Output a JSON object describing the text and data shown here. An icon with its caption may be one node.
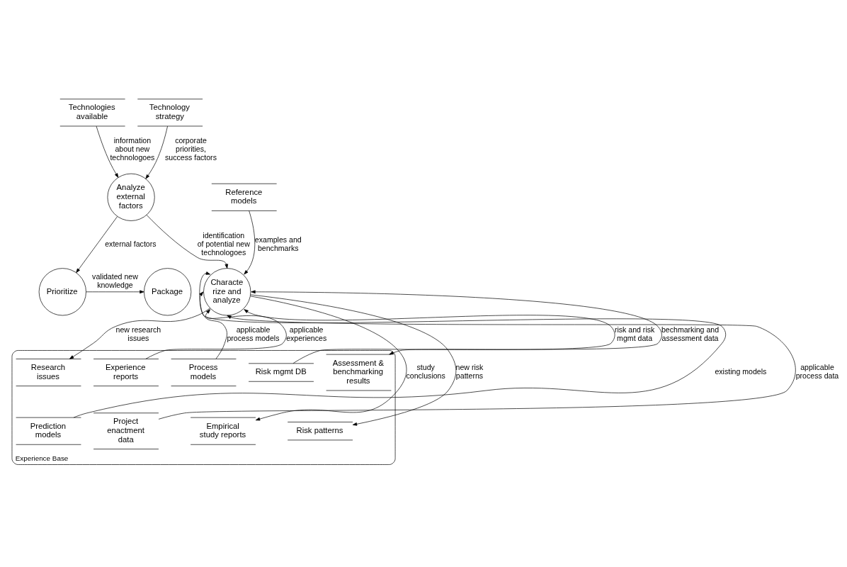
{
  "diagram": {
    "nodes": [
      {
        "text": [
          "Technologies available"
        ]
      },
      {
        "text": [
          "Analyze external factors"
        ]
      },
      {
        "text": [
          "Technology strategy"
        ]
      },
      {
        "text": [
          "Package"
        ]
      },
      {
        "text": [
          "Prioritize"
        ]
      },
      {
        "text": [
          "Reference models"
        ]
      },
      {
        "text": [
          "Characte rize and analyze"
        ]
      },
      {
        "text": [
          "Experience Base"
        ]
      },
      {
        "text": [
          "Process models"
        ],
        "in": 7
      },
      {
        "text": [
          "Research issues"
        ],
        "in": 7
      },
      {
        "text": [
          "Experience reports"
        ],
        "in": 7
      },
      {
        "text": [
          "Risk mgmt DB"
        ],
        "in": 7
      },
      {
        "text": [
          "Assessment & benchmarking results"
        ],
        "in": 7
      },
      {
        "text": [
          "Empirical study reports"
        ],
        "in": 7
      },
      {
        "text": [
          "Prediction models"
        ],
        "in": 7
      },
      {
        "text": [
          "Project enactment data"
        ],
        "in": 7
      },
      {
        "text": [
          "Risk patterns"
        ],
        "in": 7
      }
    ],
    "edges": [
      {
        "from": 0,
        "to": 1,
        "arrow": "to",
        "label": "information about new technologoes"
      },
      {
        "from": 2,
        "to": 1,
        "arrow": "to",
        "label": "corporate priorities, success factors"
      },
      {
        "from": 1,
        "to": 4,
        "arrow": "to",
        "label": "external factors"
      },
      {
        "from": 4,
        "to": 3,
        "arrow": "to",
        "label": "validated new knowledge"
      },
      {
        "from": 1,
        "to": 6,
        "arrow": "to",
        "label": "identification of potential new technologoes"
      },
      {
        "from": 5,
        "to": 6,
        "arrow": "to",
        "label": "examples and benchmarks"
      },
      {
        "from": 8,
        "to": 6,
        "arrow": "to",
        "label": "applicable process models"
      },
      {
        "from": 6,
        "to": 13,
        "arrow": "to",
        "label": "study conclusions"
      },
      {
        "from": 6,
        "to": 9,
        "arrow": "to",
        "label": "new research issues"
      },
      {
        "from": 14,
        "to": 6,
        "arrow": "to",
        "label": "existing models"
      },
      {
        "from": 10,
        "to": 6,
        "arrow": "to",
        "label": "applicable experiences"
      },
      {
        "from": 15,
        "to": 6,
        "arrow": "to",
        "label": "applicable process data"
      },
      {
        "from": 11,
        "to": 6,
        "arrow": "to",
        "label": "risk and risk mgmt data"
      },
      {
        "from": 6,
        "to": 16,
        "arrow": "to",
        "label": "new risk patterns"
      },
      {
        "from": 12,
        "to": 6,
        "arrow": "both",
        "label": "bechmarking and assessment data"
      }
    ]
  }
}
